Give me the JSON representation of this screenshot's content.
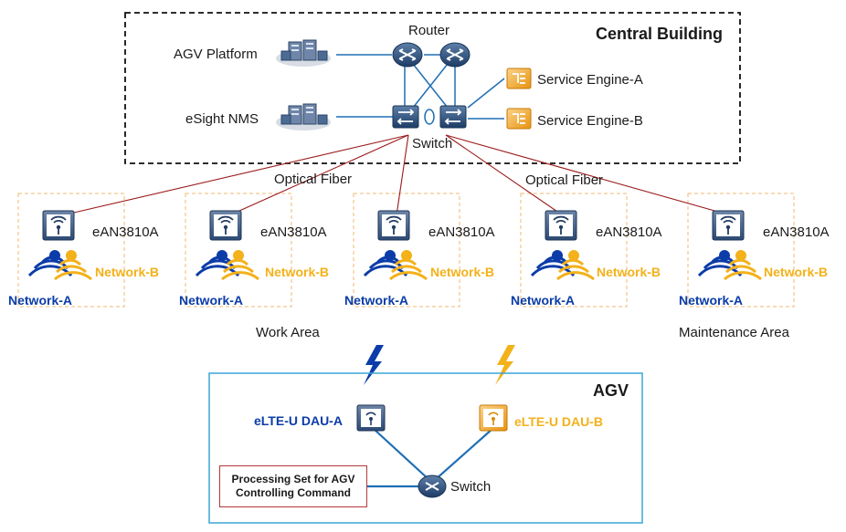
{
  "central_building": {
    "title": "Central Building",
    "router_label": "Router",
    "switch_label": "Switch",
    "agv_platform_label": "AGV Platform",
    "esight_label": "eSight NMS",
    "service_engine_a": "Service Engine-A",
    "service_engine_b": "Service Engine-B"
  },
  "fiber_labels": [
    "Optical Fiber",
    "Optical Fiber"
  ],
  "areas": {
    "work": "Work Area",
    "maintenance": "Maintenance Area"
  },
  "access_points": [
    {
      "model": "eAN3810A",
      "network_a": "Network-A",
      "network_b": "Network-B"
    },
    {
      "model": "eAN3810A",
      "network_a": "Network-A",
      "network_b": "Network-B"
    },
    {
      "model": "eAN3810A",
      "network_a": "Network-A",
      "network_b": "Network-B"
    },
    {
      "model": "eAN3810A",
      "network_a": "Network-A",
      "network_b": "Network-B"
    },
    {
      "model": "eAN3810A",
      "network_a": "Network-A",
      "network_b": "Network-B"
    }
  ],
  "agv": {
    "title": "AGV",
    "dau_a": "eLTE-U DAU-A",
    "dau_b": "eLTE-U DAU-B",
    "switch_label": "Switch",
    "processing_line1": "Processing Set for AGV",
    "processing_line2": "Controlling Command"
  },
  "colors": {
    "network_a": "#0b3ca8",
    "network_b": "#f3b11a",
    "fiber": "#9b1c1c",
    "link": "#1f6fb5",
    "agv_border": "#3aa6d6"
  }
}
